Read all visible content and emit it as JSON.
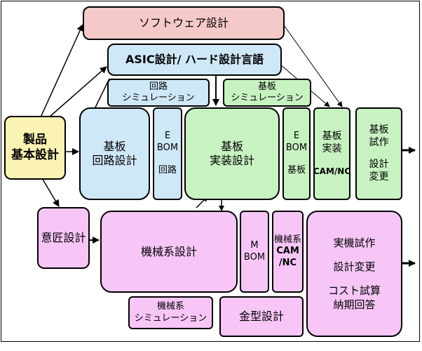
{
  "boxes": {
    "software": [
      "ソフトウェア設計"
    ],
    "asic": [
      "ASIC設計/ ハード設計言語"
    ],
    "circuit_sim": [
      "回路",
      "シミュレーション"
    ],
    "board_sim": [
      "基板",
      "シミュレーション"
    ],
    "product_basic": [
      "製品",
      "基本設計"
    ],
    "board_circuit": [
      "基板",
      "回路設計"
    ],
    "ebom_circuit": [
      "E",
      "BOM",
      "",
      "回路"
    ],
    "board_mount": [
      "基板",
      "実装設計"
    ],
    "ebom_board": [
      "E",
      "BOM",
      "",
      "基板"
    ],
    "board_impl": [
      "基板",
      "実装",
      "",
      "CAM/NC"
    ],
    "board_proto": [
      "基板",
      "試作",
      "",
      "設計",
      "変更"
    ],
    "design_intent": [
      "意匠設計"
    ],
    "mech_design": [
      "機械系設計"
    ],
    "mbom": [
      "M",
      "BOM"
    ],
    "mech_cam": [
      "機械系",
      "CAM",
      "/NC"
    ],
    "final": [
      "実機試作",
      "",
      "設計変更",
      "",
      "コスト試算",
      "納期回答"
    ],
    "mech_sim": [
      "機械系",
      "シミュレーション"
    ],
    "mold": [
      "金型設計"
    ]
  },
  "colors": {
    "software": "#f6c9c9",
    "electrical": "#cfe8f7",
    "board": "#c8f2c2",
    "basic": "#fbf3b3",
    "mechanical": "#f7c6f7"
  }
}
